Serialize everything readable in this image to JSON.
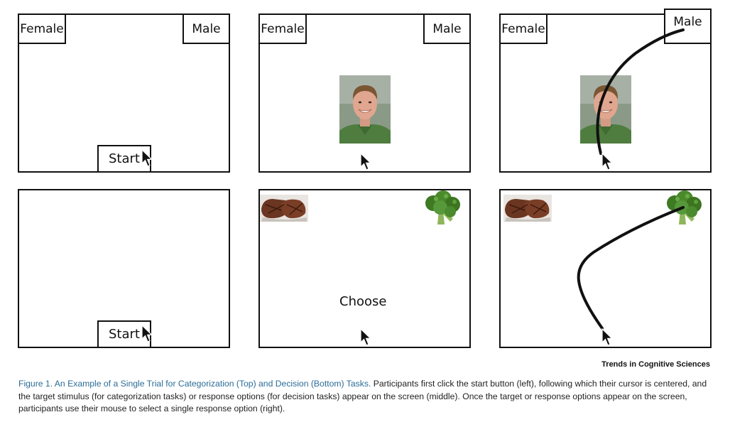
{
  "top_row": {
    "panel1": {
      "left_option": "Female",
      "right_option": "Male",
      "start_label": "Start"
    },
    "panel2": {
      "left_option": "Female",
      "right_option": "Male",
      "stimulus": "face-photo"
    },
    "panel3": {
      "left_option": "Female",
      "right_option": "Male",
      "stimulus": "face-photo"
    }
  },
  "bottom_row": {
    "panel1": {
      "start_label": "Start"
    },
    "panel2": {
      "left_option": "steak-image",
      "right_option": "broccoli-image",
      "prompt": "Choose"
    },
    "panel3": {
      "left_option": "steak-image",
      "right_option": "broccoli-image"
    }
  },
  "credit": "Trends in Cognitive Sciences",
  "caption": {
    "title": "Figure 1. An Example of a Single Trial for Categorization (Top) and Decision (Bottom) Tasks.",
    "body": " Participants first click the start button (left), following which their cursor is centered, and the target stimulus (for categorization tasks) or response options (for decision tasks) appear on the screen (middle). Once the target or response options appear on the screen, participants use their mouse to select a single response option (right)."
  },
  "colors": {
    "caption_title": "#2b6d97",
    "frame": "#111111"
  }
}
